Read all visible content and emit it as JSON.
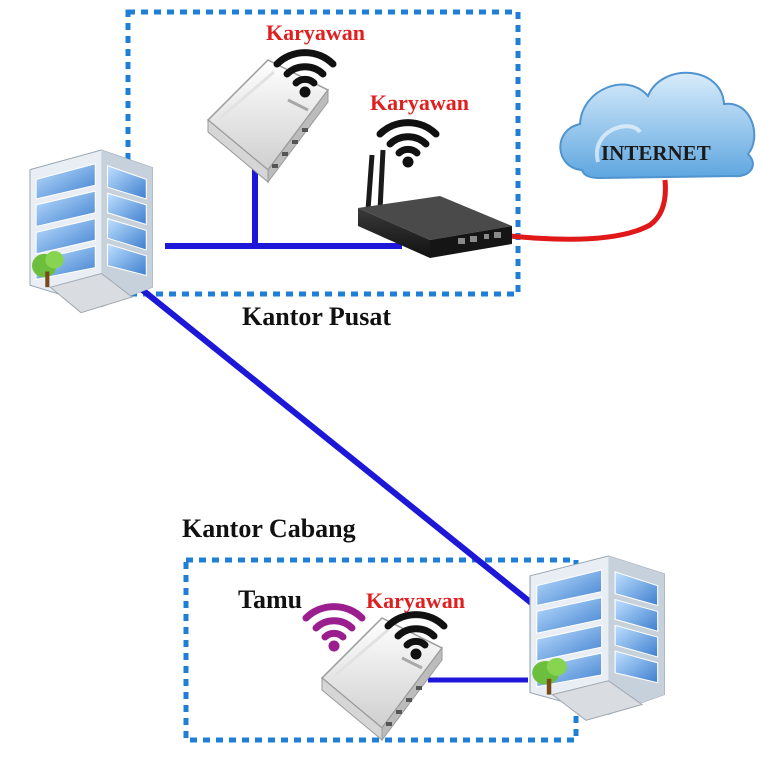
{
  "labels": {
    "karyawan_ap_top": "Karyawan",
    "karyawan_router": "Karyawan",
    "internet": "INTERNET",
    "kantor_pusat": "Kantor Pusat",
    "kantor_cabang": "Kantor Cabang",
    "tamu": "Tamu",
    "karyawan_branch": "Karyawan"
  },
  "colors": {
    "dotted_border": "#1f7fd6",
    "network_link": "#1d17d8",
    "internet_link": "#e01818",
    "label_red": "#e02020",
    "wifi_black": "#111111",
    "wifi_guest": "#9b1e8e",
    "cloud": "#8fc3ee"
  },
  "icons": [
    "office-building-icon",
    "wireless-access-point-icon",
    "router-icon",
    "cloud-icon",
    "wifi-signal-icon"
  ]
}
